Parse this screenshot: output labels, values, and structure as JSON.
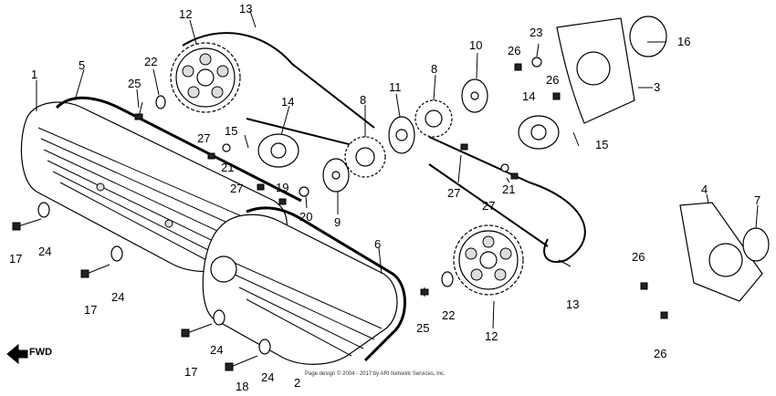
{
  "diagram": {
    "labels": [
      "1",
      "2",
      "3",
      "4",
      "5",
      "6",
      "7",
      "8",
      "8",
      "9",
      "10",
      "11",
      "12",
      "12",
      "13",
      "13",
      "14",
      "14",
      "15",
      "15",
      "16",
      "17",
      "17",
      "17",
      "18",
      "19",
      "20",
      "21",
      "21",
      "22",
      "22",
      "23",
      "24",
      "24",
      "24",
      "24",
      "25",
      "25",
      "26",
      "26",
      "26",
      "26",
      "27",
      "27",
      "27",
      "27"
    ],
    "direction": "FWD",
    "footer": "Page design © 2004 - 2017 by ARI Network Services, Inc."
  }
}
